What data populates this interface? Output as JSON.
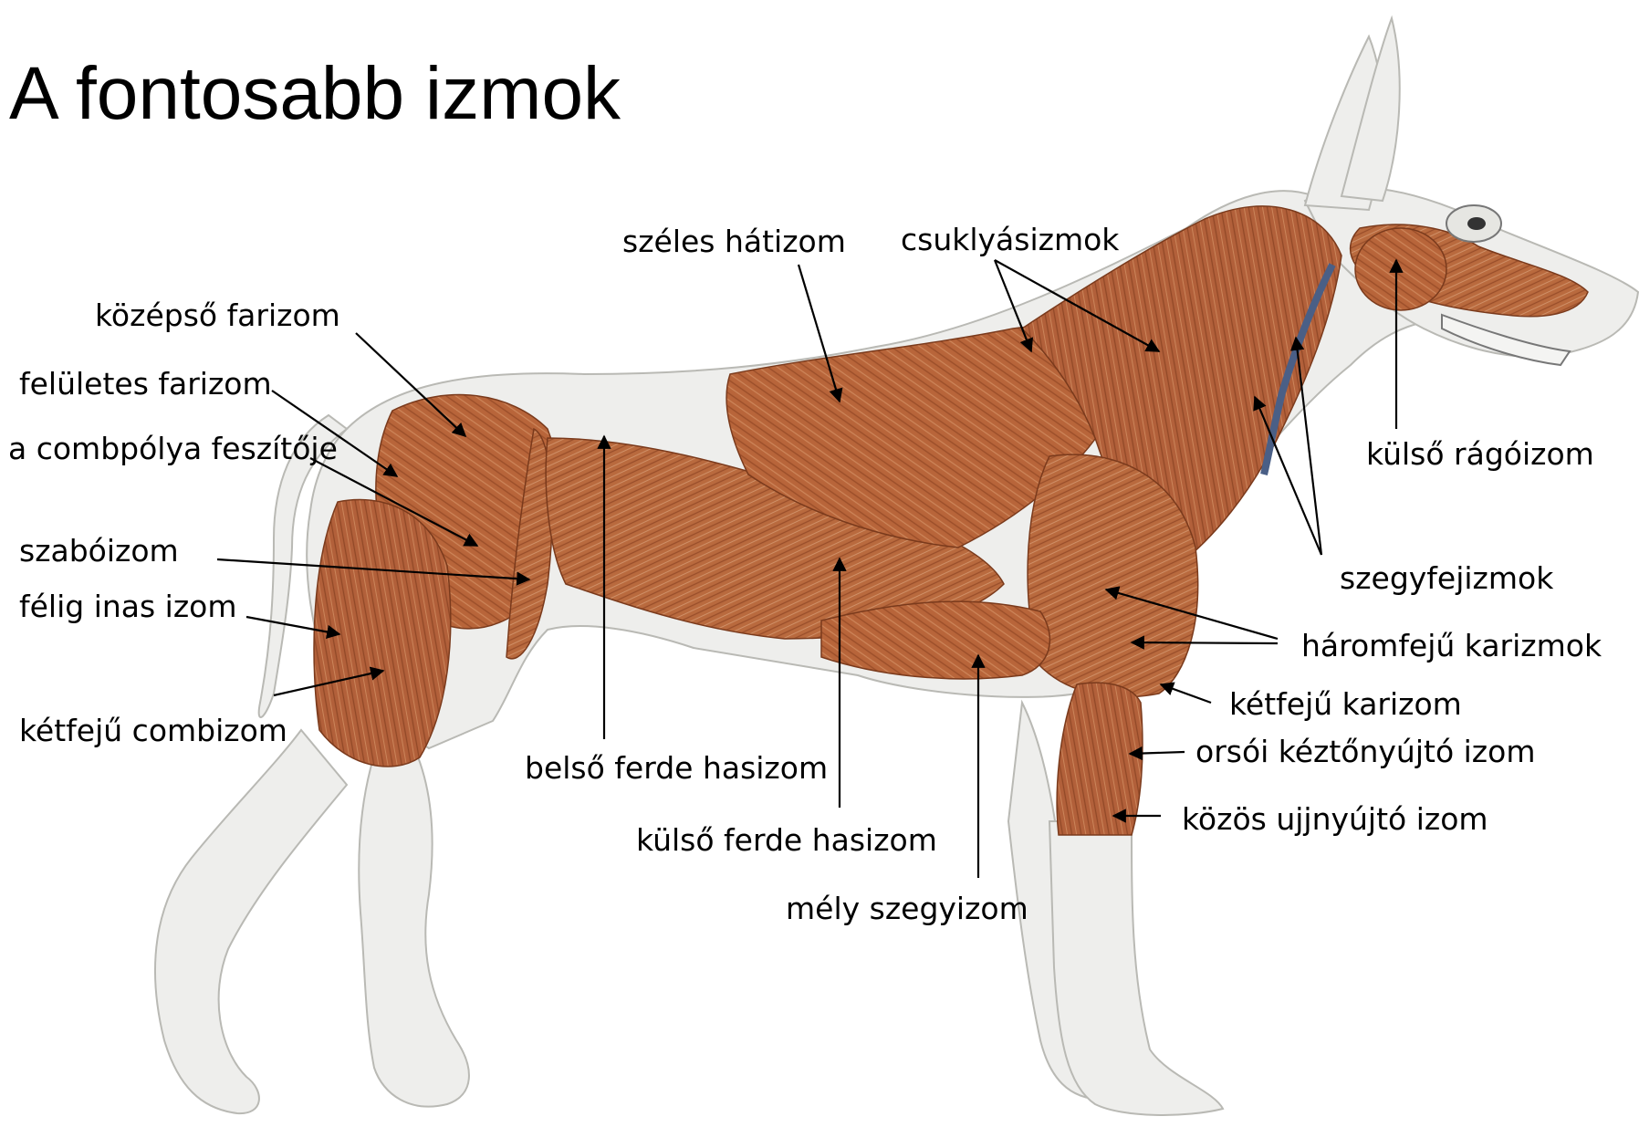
{
  "title": "A fontosabb izmok",
  "colors": {
    "muscle": "#b8653a",
    "muscle_dark": "#8e4422",
    "muscle_light": "#d69468",
    "skin": "#eeeeec",
    "skin_shade": "#c9c9c5",
    "vein": "#4a5f86",
    "leader": "#000000"
  },
  "labels": {
    "szeles_hatizom": "széles hátizom",
    "csuklyasizmok": "csuklyásizmok",
    "kozepso_farizom": "középső farizom",
    "feluletes_farizom": "felületes farizom",
    "combpolya": "a combpólya feszítője",
    "kulso_ragoizom": "külső rágóizom",
    "szaboizom": "szabóizom",
    "szegyfejizmok": "szegyfejizmok",
    "felig_inas": "félig inas izom",
    "haromfeju": "háromfejű karizmok",
    "ketfeju_karizom": "kétfejű karizom",
    "ketfeju_combizom": "kétfejű combizom",
    "orsoi": "orsói kéztőnyújtó izom",
    "belso_ferde": "belső ferde hasizom",
    "kozos_ujj": "közös ujjnyújtó izom",
    "kulso_ferde": "külső ferde hasizom",
    "mely_szegy": "mély szegyizom"
  }
}
